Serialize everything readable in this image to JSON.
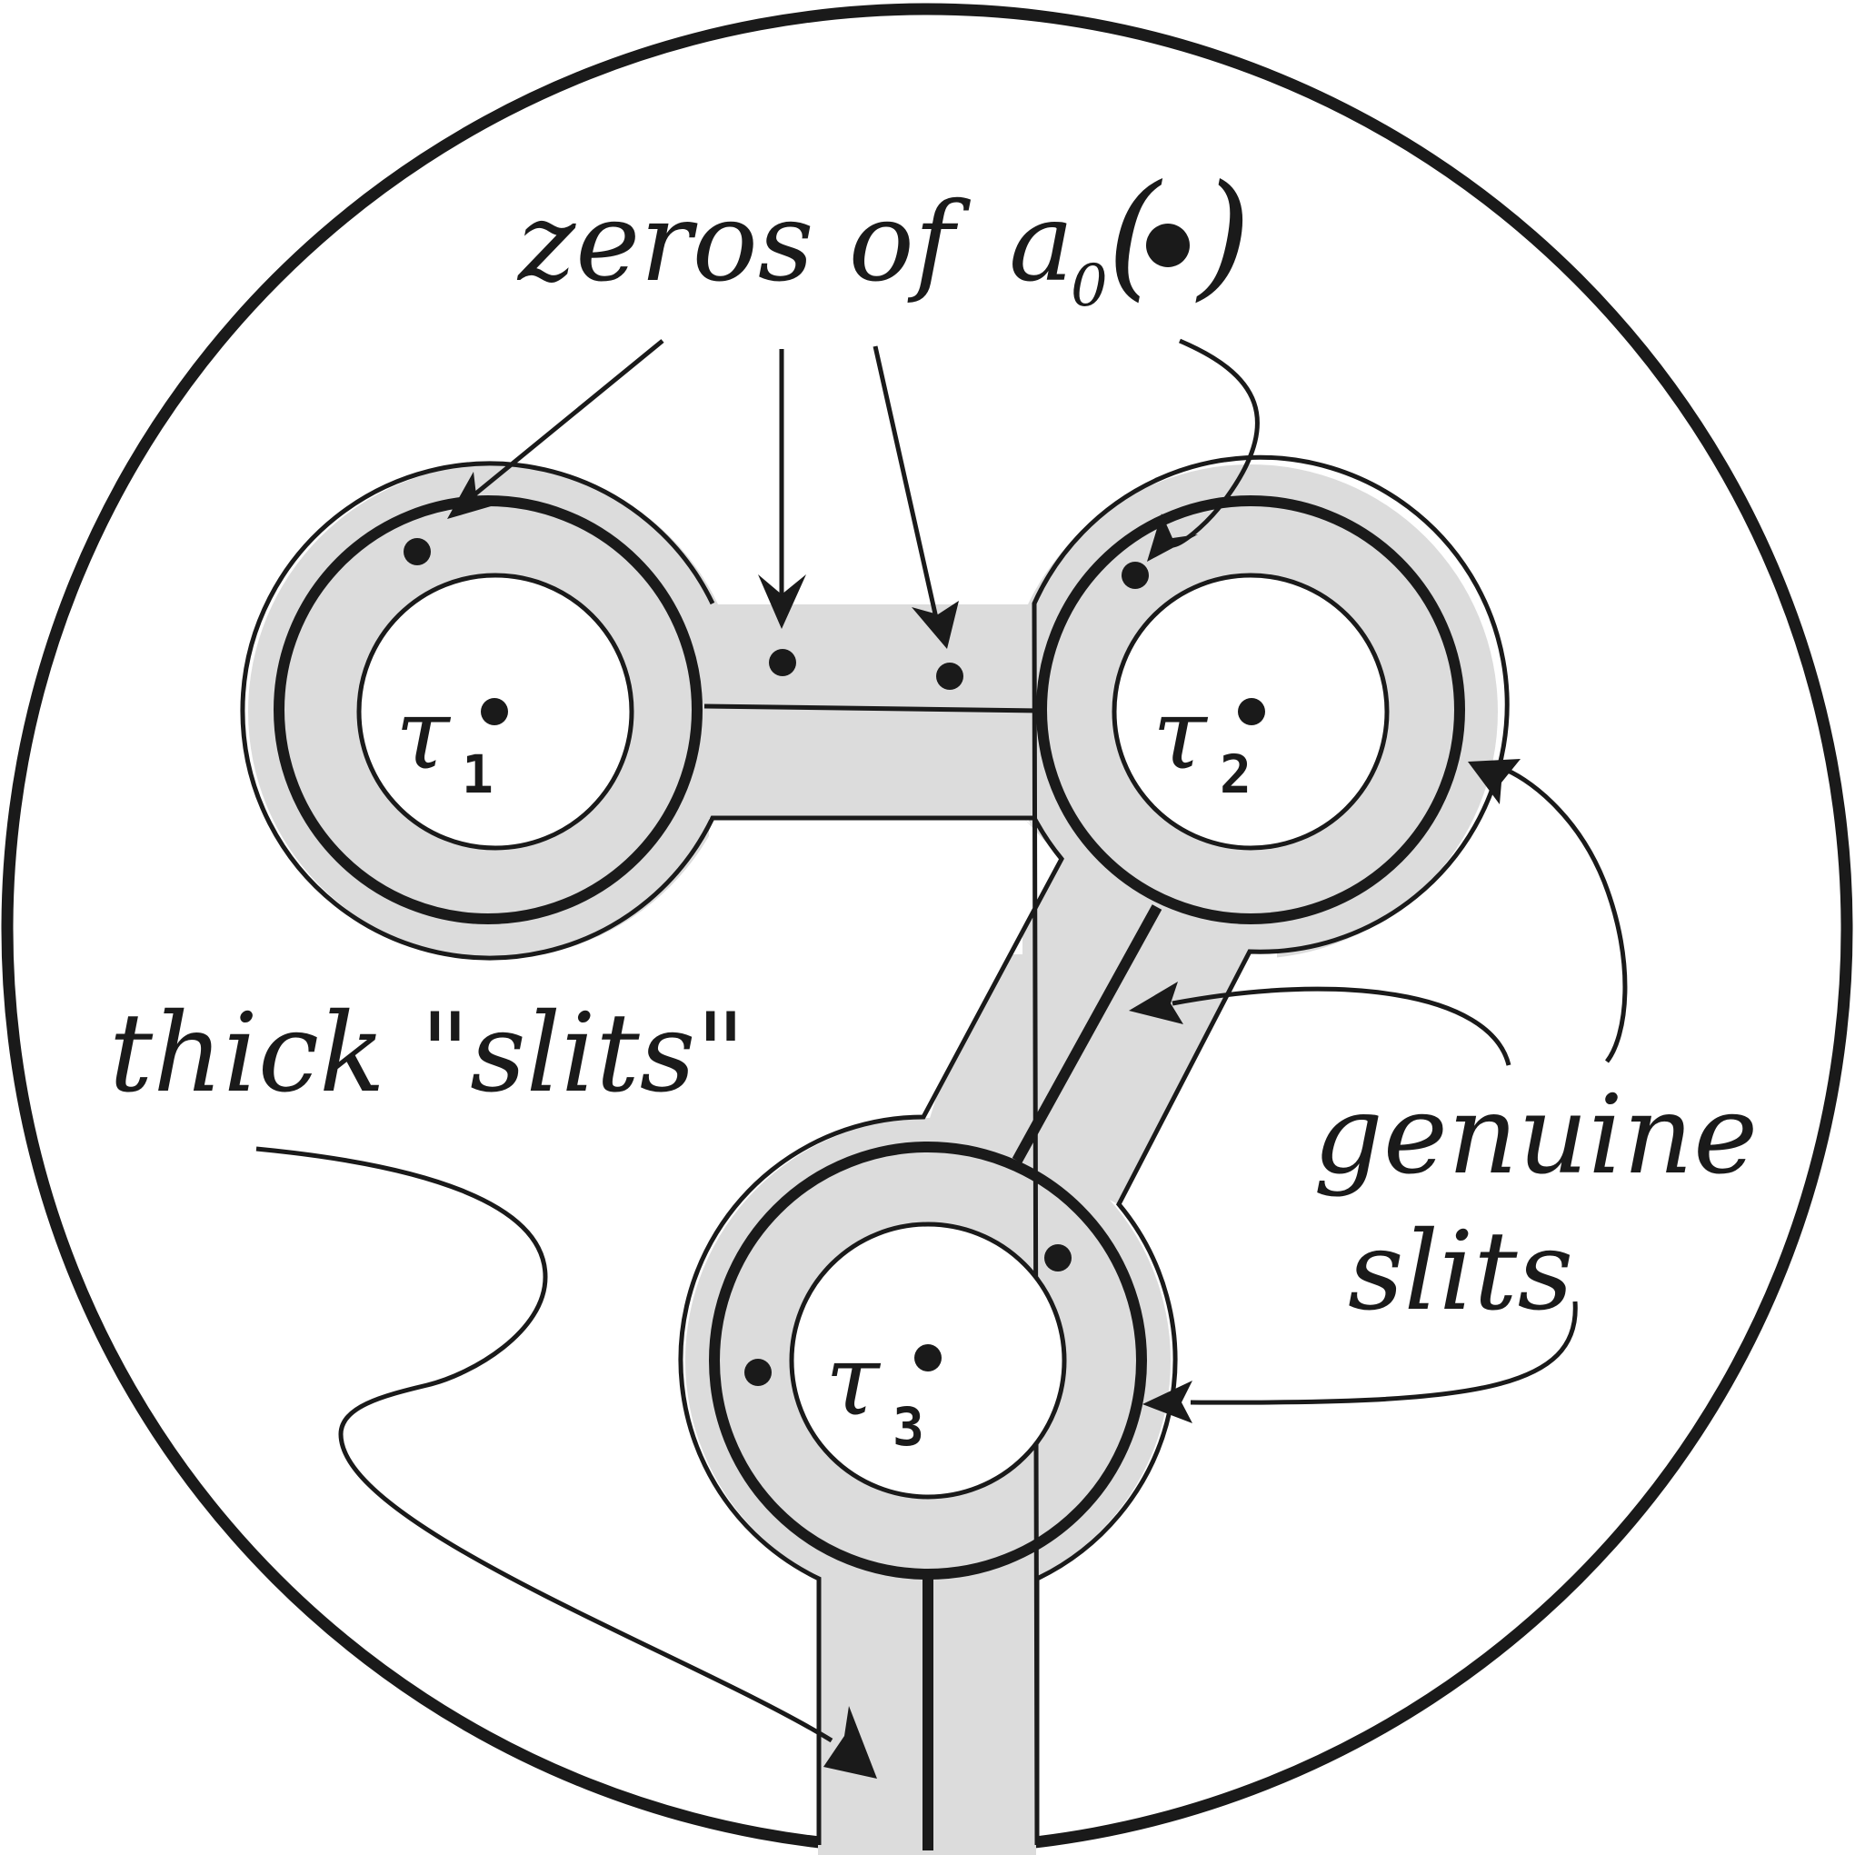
{
  "labels": {
    "zeros_text": "zeros of",
    "zeros_fn": "a",
    "zeros_sub": "0",
    "zeros_arg_open": "(",
    "zeros_arg_close": ")",
    "thick_slits": "thick \"slits\"",
    "genuine": "genuine",
    "slits": "slits"
  },
  "holes": [
    {
      "symbol": "τ",
      "index": "1"
    },
    {
      "symbol": "τ",
      "index": "2"
    },
    {
      "symbol": "τ",
      "index": "3"
    }
  ],
  "colors": {
    "fill": "#dcdcdc",
    "stroke": "#1a1a1a",
    "background": "#ffffff"
  }
}
